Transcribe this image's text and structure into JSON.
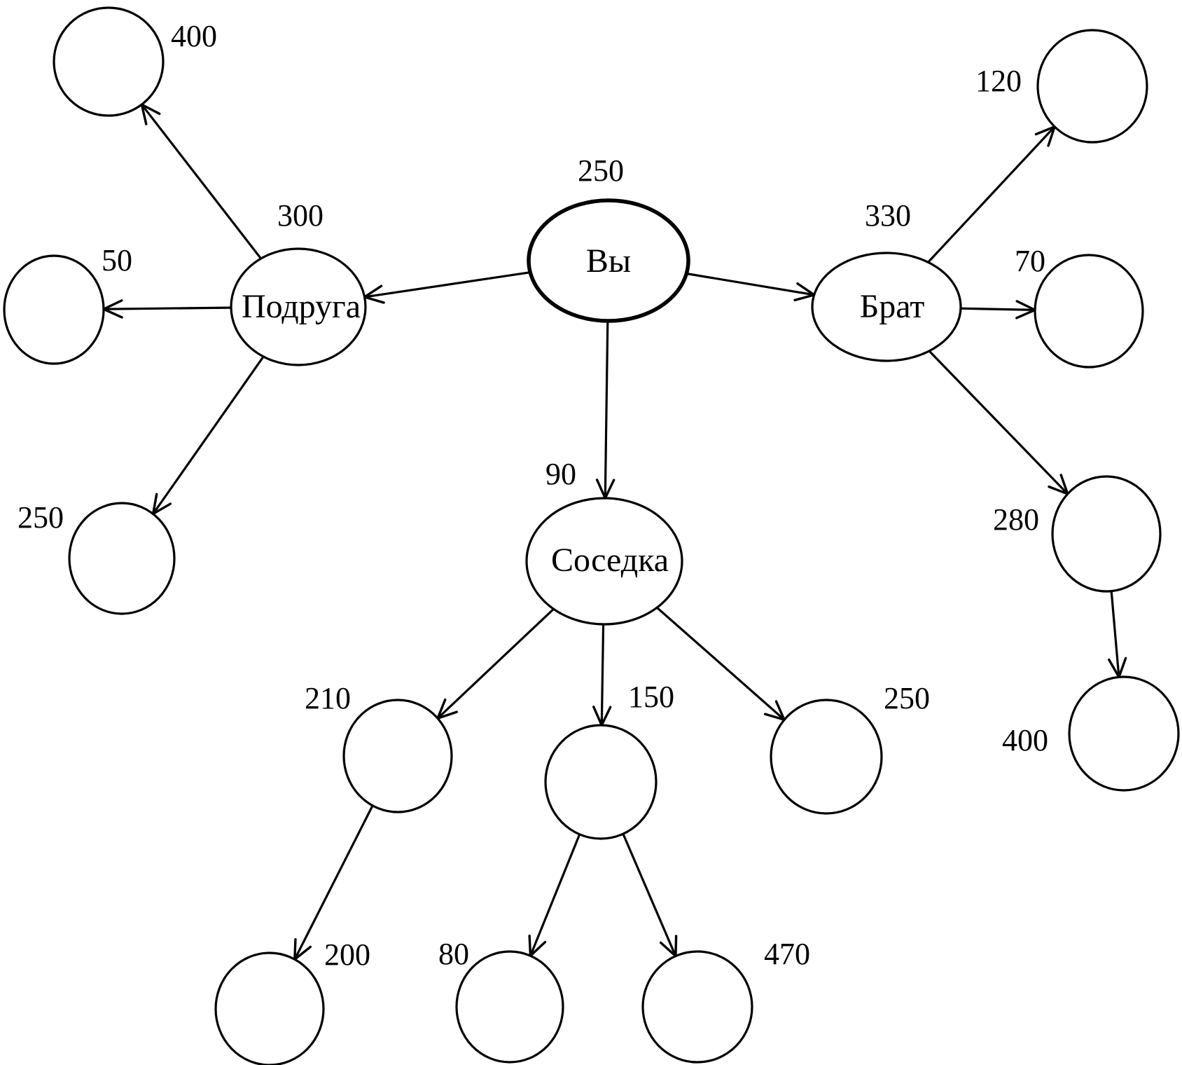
{
  "nodes": {
    "you": {
      "name": "Вы",
      "value": "250"
    },
    "friend": {
      "name": "Подруга",
      "value": "300"
    },
    "brother": {
      "name": "Брат",
      "value": "330"
    },
    "neighbor": {
      "name": "Соседка",
      "value": "90"
    },
    "f1": {
      "value": "400"
    },
    "f2": {
      "value": "50"
    },
    "f3": {
      "value": "250"
    },
    "b1": {
      "value": "120"
    },
    "b2": {
      "value": "70"
    },
    "b3": {
      "value": "280"
    },
    "b4": {
      "value": "400"
    },
    "n1": {
      "value": "210"
    },
    "n2": {
      "value": "150"
    },
    "n3": {
      "value": "250"
    },
    "n4": {
      "value": "200"
    },
    "n5": {
      "value": "80"
    },
    "n6": {
      "value": "470"
    }
  },
  "edges": [
    {
      "from": "you",
      "to": "friend"
    },
    {
      "from": "you",
      "to": "brother"
    },
    {
      "from": "you",
      "to": "neighbor"
    },
    {
      "from": "friend",
      "to": "f1"
    },
    {
      "from": "friend",
      "to": "f2"
    },
    {
      "from": "friend",
      "to": "f3"
    },
    {
      "from": "brother",
      "to": "b1"
    },
    {
      "from": "brother",
      "to": "b2"
    },
    {
      "from": "brother",
      "to": "b3"
    },
    {
      "from": "b3",
      "to": "b4"
    },
    {
      "from": "neighbor",
      "to": "n1"
    },
    {
      "from": "neighbor",
      "to": "n2"
    },
    {
      "from": "neighbor",
      "to": "n3"
    },
    {
      "from": "n1",
      "to": "n4"
    },
    {
      "from": "n2",
      "to": "n5"
    },
    {
      "from": "n2",
      "to": "n6"
    }
  ]
}
